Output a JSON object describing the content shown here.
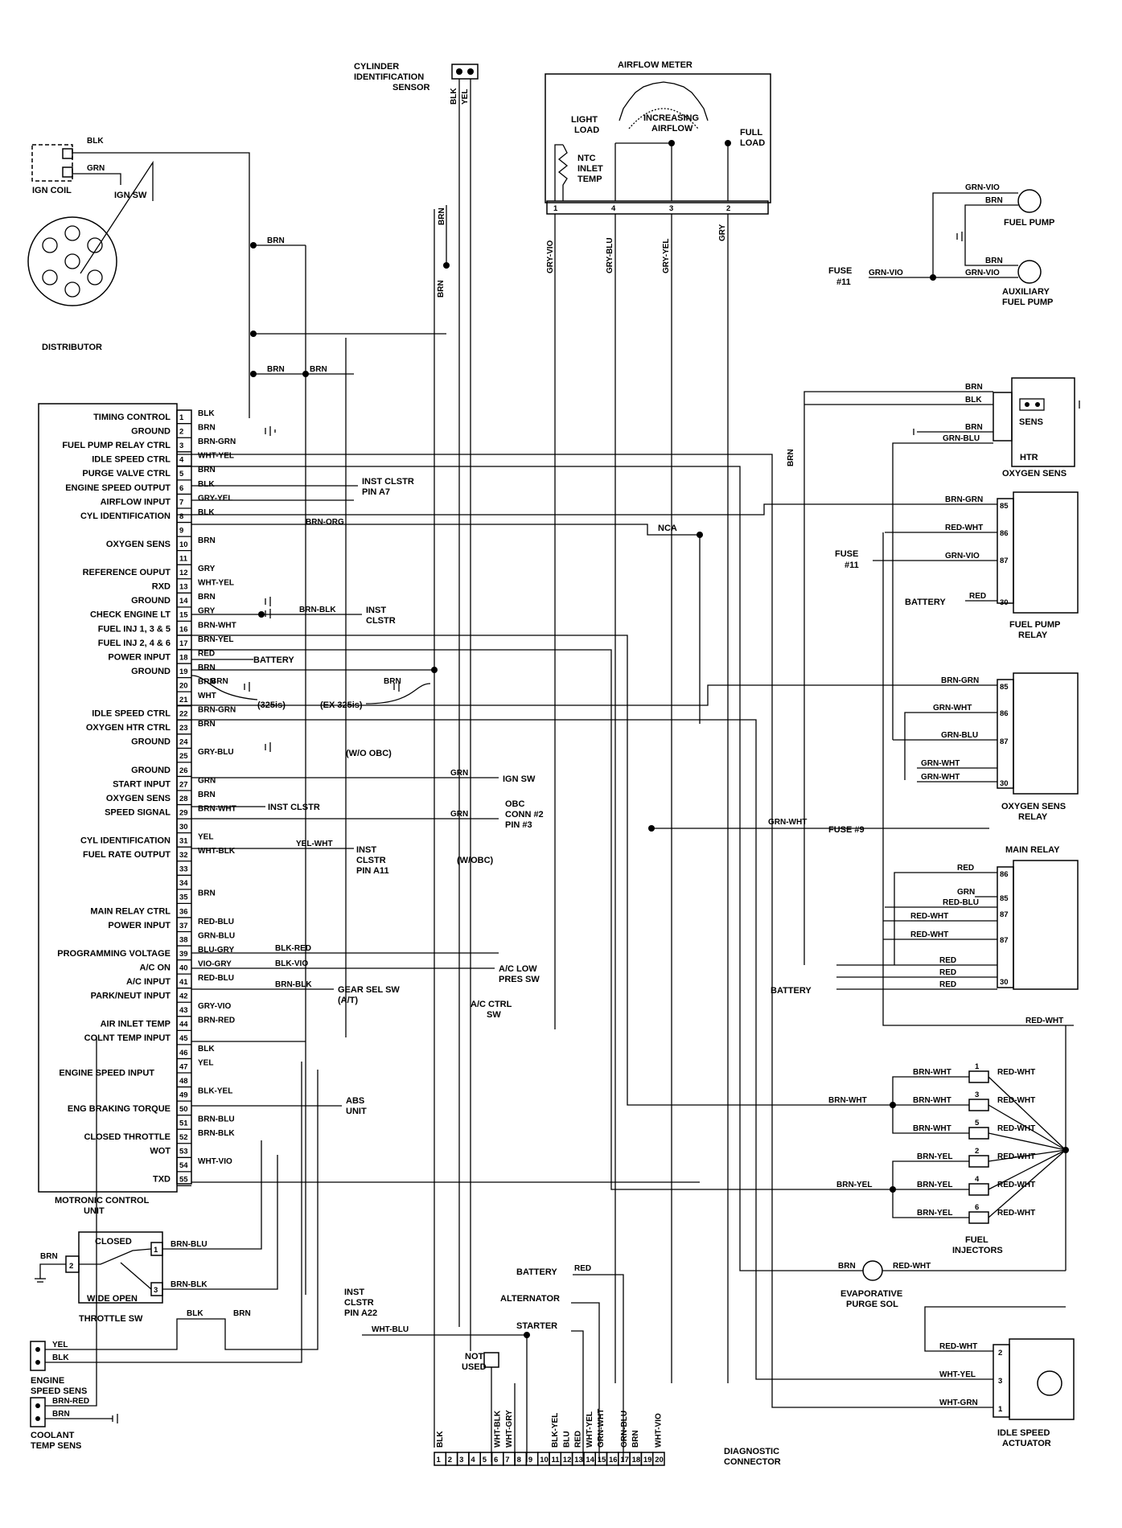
{
  "ecu": {
    "name": "MOTRONIC CONTROL UNIT",
    "pins": [
      {
        "n": "1",
        "label": "TIMING CONTROL",
        "wire": "BLK"
      },
      {
        "n": "2",
        "label": "GROUND",
        "wire": "BRN"
      },
      {
        "n": "3",
        "label": "FUEL PUMP RELAY CTRL",
        "wire": "BRN-GRN"
      },
      {
        "n": "4",
        "label": "IDLE SPEED CTRL",
        "wire": "WHT-YEL"
      },
      {
        "n": "5",
        "label": "PURGE VALVE CTRL",
        "wire": "BRN"
      },
      {
        "n": "6",
        "label": "ENGINE SPEED OUTPUT",
        "wire": "BLK"
      },
      {
        "n": "7",
        "label": "AIRFLOW INPUT",
        "wire": "GRY-YEL"
      },
      {
        "n": "8",
        "label": "CYL IDENTIFICATION",
        "wire": "BLK"
      },
      {
        "n": "9",
        "label": "",
        "wire": ""
      },
      {
        "n": "10",
        "label": "OXYGEN SENS",
        "wire": "BRN"
      },
      {
        "n": "11",
        "label": "",
        "wire": ""
      },
      {
        "n": "12",
        "label": "REFERENCE OUPUT",
        "wire": "GRY"
      },
      {
        "n": "13",
        "label": "RXD",
        "wire": "WHT-YEL"
      },
      {
        "n": "14",
        "label": "GROUND",
        "wire": "BRN"
      },
      {
        "n": "15",
        "label": "CHECK ENGINE LT",
        "wire": "GRY"
      },
      {
        "n": "16",
        "label": "FUEL INJ 1, 3 & 5",
        "wire": "BRN-WHT"
      },
      {
        "n": "17",
        "label": "FUEL INJ 2, 4 & 6",
        "wire": "BRN-YEL"
      },
      {
        "n": "18",
        "label": "POWER INPUT",
        "wire": "RED"
      },
      {
        "n": "19",
        "label": "GROUND",
        "wire": "BRN"
      },
      {
        "n": "20",
        "label": "",
        "wire": "BRN"
      },
      {
        "n": "21",
        "label": "",
        "wire": "WHT"
      },
      {
        "n": "22",
        "label": "IDLE SPEED CTRL",
        "wire": "BRN-GRN"
      },
      {
        "n": "23",
        "label": "OXYGEN HTR CTRL",
        "wire": "BRN"
      },
      {
        "n": "24",
        "label": "GROUND",
        "wire": ""
      },
      {
        "n": "25",
        "label": "",
        "wire": "GRY-BLU"
      },
      {
        "n": "26",
        "label": "GROUND",
        "wire": ""
      },
      {
        "n": "27",
        "label": "START INPUT",
        "wire": "GRN"
      },
      {
        "n": "28",
        "label": "OXYGEN SENS",
        "wire": "BRN"
      },
      {
        "n": "29",
        "label": "SPEED SIGNAL",
        "wire": "BRN-WHT"
      },
      {
        "n": "30",
        "label": "",
        "wire": ""
      },
      {
        "n": "31",
        "label": "CYL IDENTIFICATION",
        "wire": "YEL"
      },
      {
        "n": "32",
        "label": "FUEL RATE OUTPUT",
        "wire": "WHT-BLK"
      },
      {
        "n": "33",
        "label": "",
        "wire": ""
      },
      {
        "n": "34",
        "label": "",
        "wire": ""
      },
      {
        "n": "35",
        "label": "",
        "wire": "BRN"
      },
      {
        "n": "36",
        "label": "MAIN RELAY CTRL",
        "wire": ""
      },
      {
        "n": "37",
        "label": "POWER INPUT",
        "wire": "RED-BLU"
      },
      {
        "n": "38",
        "label": "",
        "wire": "GRN-BLU"
      },
      {
        "n": "39",
        "label": "PROGRAMMING VOLTAGE",
        "wire": "BLU-GRY"
      },
      {
        "n": "40",
        "label": "A/C ON",
        "wire": "VIO-GRY"
      },
      {
        "n": "41",
        "label": "A/C INPUT",
        "wire": "RED-BLU"
      },
      {
        "n": "42",
        "label": "PARK/NEUT INPUT",
        "wire": ""
      },
      {
        "n": "43",
        "label": "",
        "wire": "GRY-VIO"
      },
      {
        "n": "44",
        "label": "AIR INLET TEMP",
        "wire": "BRN-RED"
      },
      {
        "n": "45",
        "label": "COLNT TEMP INPUT",
        "wire": ""
      },
      {
        "n": "46",
        "label": "",
        "wire": "BLK"
      },
      {
        "n": "47",
        "label": "",
        "wire": "YEL"
      },
      {
        "n": "48",
        "label": "",
        "wire": ""
      },
      {
        "n": "49",
        "label": "",
        "wire": "BLK-YEL"
      },
      {
        "n": "50",
        "label": "ENG BRAKING TORQUE",
        "wire": ""
      },
      {
        "n": "51",
        "label": "",
        "wire": "BRN-BLU"
      },
      {
        "n": "52",
        "label": "CLOSED THROTTLE",
        "wire": "BRN-BLK"
      },
      {
        "n": "53",
        "label": "WOT",
        "wire": ""
      },
      {
        "n": "54",
        "label": "",
        "wire": "WHT-VIO"
      },
      {
        "n": "55",
        "label": "TXD",
        "wire": ""
      }
    ],
    "engine_speed_input": "ENGINE SPEED INPUT"
  },
  "labels": {
    "ign_coil": "IGN COIL",
    "ign_sw": "IGN SW",
    "distributor": "DISTRIBUTOR",
    "cyl_id_sensor": "CYLINDER IDENTIFICATION SENSOR",
    "airflow_meter": "AIRFLOW METER",
    "light_load": "LIGHT LOAD",
    "increasing_airflow": "INCREASING AIRFLOW",
    "full_load": "FULL LOAD",
    "ntc_inlet_temp": "NTC INLET TEMP",
    "fuel_pump": "FUEL PUMP",
    "aux_fuel_pump": "AUXILIARY FUEL PUMP",
    "fuse11": "FUSE #11",
    "oxygen_sens": "OXYGEN SENS",
    "sens": "SENS",
    "htr": "HTR",
    "fuel_pump_relay": "FUEL PUMP RELAY",
    "battery": "BATTERY",
    "oxygen_sens_relay": "OXYGEN SENS RELAY",
    "fuse9": "FUSE #9",
    "main_relay": "MAIN RELAY",
    "fuel_injectors": "FUEL INJECTORS",
    "evap_purge_sol": "EVAPORATIVE PURGE SOL",
    "idle_speed_actuator": "IDLE SPEED ACTUATOR",
    "diagnostic_connector": "DIAGNOSTIC CONNECTOR",
    "throttle_sw": "THROTTLE SW",
    "closed": "CLOSED",
    "wide_open": "WIDE OPEN",
    "engine_speed_sens": "ENGINE SPEED SENS",
    "coolant_temp_sens": "COOLANT TEMP SENS",
    "inst_clstr_a22": "INST CLSTR PIN A22",
    "not_used": "NOT USED",
    "alternator": "ALTERNATOR",
    "starter": "STARTER",
    "inst_clstr_a7": "INST CLSTR PIN A7",
    "inst_clstr": "INST CLSTR",
    "inst_clstr_a11": "INST CLSTR PIN A11",
    "ign_sw2": "IGN SW",
    "obc_conn": "OBC CONN #2 PIN #3",
    "w_obc": "(W/OBC)",
    "wo_obc": "(W/O OBC)",
    "ac_low_pres_sw": "A/C LOW PRES SW",
    "ac_ctrl_sw": "A/C CTRL SW",
    "gear_sel_sw": "GEAR SEL SW (A/T)",
    "abs_unit": "ABS UNIT",
    "nca": "NCA",
    "326is": "(325is)",
    "ex326is": "(EX 325is)"
  },
  "wires": {
    "blk": "BLK",
    "grn": "GRN",
    "yel": "YEL",
    "brn": "BRN",
    "gry": "GRY",
    "red": "RED",
    "blu": "BLU",
    "gry_vio": "GRY-VIO",
    "gry_blu": "GRY-BLU",
    "gry_yel": "GRY-YEL",
    "grn_vio": "GRN-VIO",
    "brn_grn": "BRN-GRN",
    "grn_blu": "GRN-BLU",
    "red_wht": "RED-WHT",
    "grn_wht": "GRN-WHT",
    "red_blu": "RED-BLU",
    "brn_wht": "BRN-WHT",
    "brn_yel": "BRN-YEL",
    "wht_yel": "WHT-YEL",
    "wht_grn": "WHT-GRN",
    "brn_org": "BRN-ORG",
    "brn_blk": "BRN-BLK",
    "yel_wht": "YEL-WHT",
    "blk_red": "BLK-RED",
    "blk_vio": "BLK-VIO",
    "brn_blu": "BRN-BLU",
    "brn_red": "BRN-RED",
    "wht_blu": "WHT-BLU",
    "wht_blk": "WHT-BLK",
    "wht_gry": "WHT-GRY",
    "blk_yel": "BLK-YEL",
    "grn_blu2": "GRN-BLU",
    "wht_vio": "WHT-VIO"
  },
  "diag_pins": [
    "1",
    "2",
    "3",
    "4",
    "5",
    "6",
    "7",
    "8",
    "9",
    "10",
    "11",
    "12",
    "13",
    "14",
    "15",
    "16",
    "17",
    "18",
    "19",
    "20"
  ],
  "diag_wires": [
    "BLK",
    "WHT-BLK",
    "WHT-GRY",
    "BLK-YEL",
    "BLU",
    "RED",
    "WHT-YEL",
    "GRN-WHT",
    "GRN-BLU",
    "BRN",
    "WHT-VIO"
  ],
  "injectors": [
    "1",
    "3",
    "5",
    "2",
    "4",
    "6"
  ]
}
